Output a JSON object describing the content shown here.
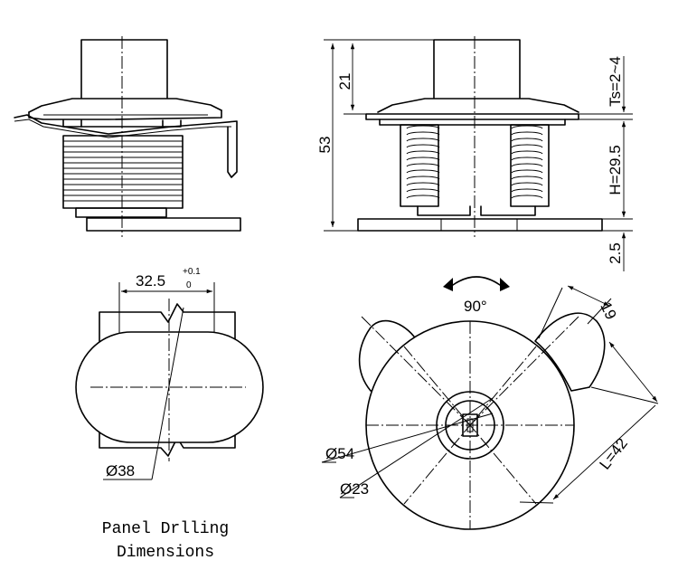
{
  "labels": {
    "dim_21": "21",
    "dim_53": "53",
    "dim_ts": "Ts=2~4",
    "dim_h": "H=29.5",
    "dim_25": "2.5",
    "dim_325": "32.5",
    "tol_upper": "+0.1",
    "tol_lower": "0",
    "dia_38": "Ø38",
    "rot_90": "90°",
    "dim_19": "19",
    "dim_l": "L=42",
    "dia_54": "Ø54",
    "dia_23": "Ø23",
    "caption_line1": "Panel Drlling",
    "caption_line2": "Dimensions"
  }
}
